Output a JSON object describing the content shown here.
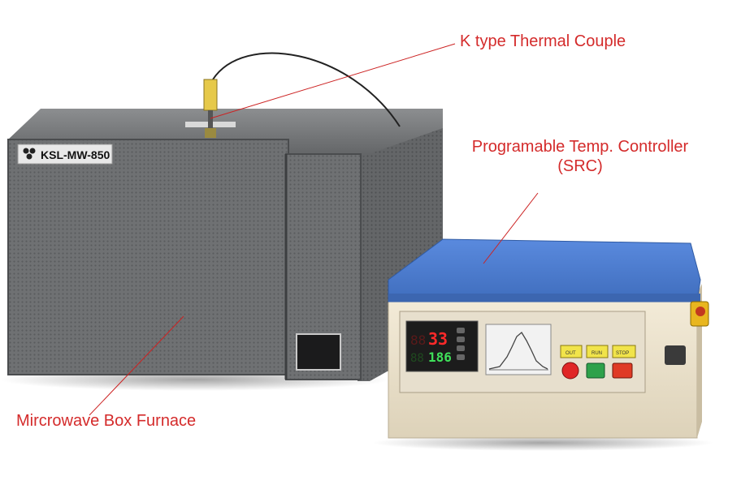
{
  "furnace": {
    "model_label": "KSL-MW-850"
  },
  "controller": {
    "pv_display": "33",
    "sv_display": "186",
    "buttons": {
      "out": "OUT",
      "run": "RUN",
      "stop": "STOP"
    }
  },
  "callouts": {
    "thermocouple": "K type Thermal Couple",
    "controller_line1": "Programable Temp. Controller",
    "controller_line2": "(SRC)",
    "furnace": "Mircrowave Box Furnace"
  },
  "colors": {
    "callout_text": "#d42b2b",
    "furnace_body": "#6b6d6e",
    "controller_top": "#4f7fd0",
    "controller_body": "#efe5cf",
    "display_red": "#ff2a2a",
    "display_green": "#3fe05a"
  }
}
